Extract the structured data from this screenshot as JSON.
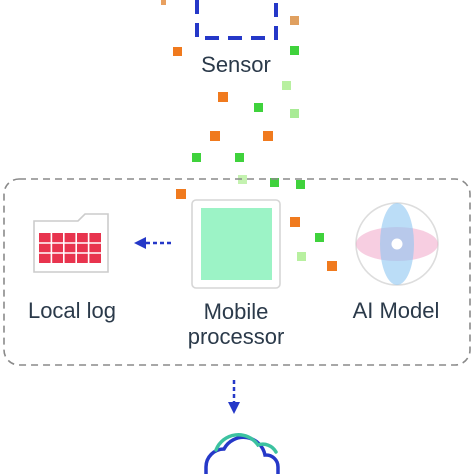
{
  "labels": {
    "sensor": "Sensor",
    "local_log": "Local log",
    "mobile_processor_line1": "Mobile",
    "mobile_processor_line2": "processor",
    "ai_model": "AI Model"
  },
  "colors": {
    "blue": "#2538c8",
    "orange": "#f07a1e",
    "green": "#3fd23c",
    "processor_fill": "#9cf3c6",
    "log_red": "#e8344e",
    "cloud_teal": "#3cc2a0",
    "boundary": "#8a8a8a"
  }
}
